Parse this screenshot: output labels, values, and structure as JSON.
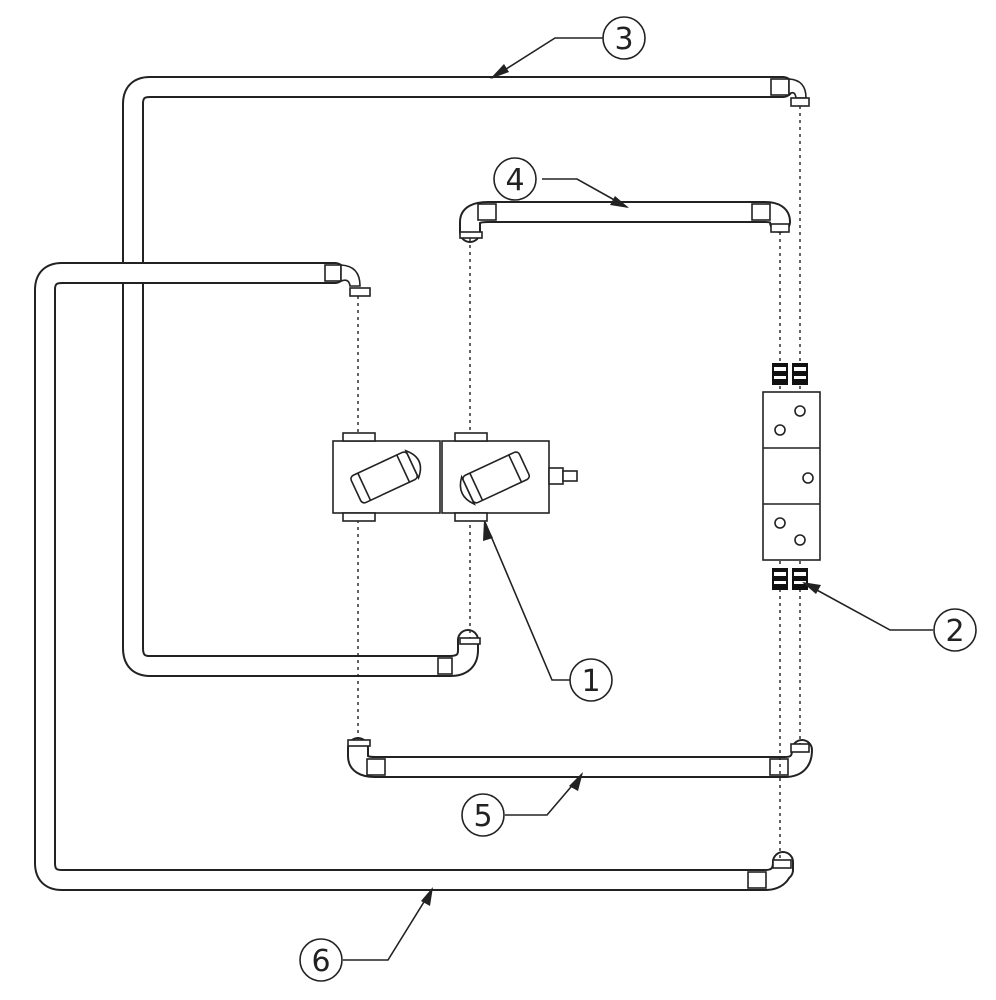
{
  "diagram": {
    "callouts": [
      {
        "id": "1",
        "label": "1"
      },
      {
        "id": "2",
        "label": "2"
      },
      {
        "id": "3",
        "label": "3"
      },
      {
        "id": "4",
        "label": "4"
      },
      {
        "id": "5",
        "label": "5"
      },
      {
        "id": "6",
        "label": "6"
      }
    ],
    "colors": {
      "line": "#222222",
      "background": "#ffffff"
    }
  }
}
